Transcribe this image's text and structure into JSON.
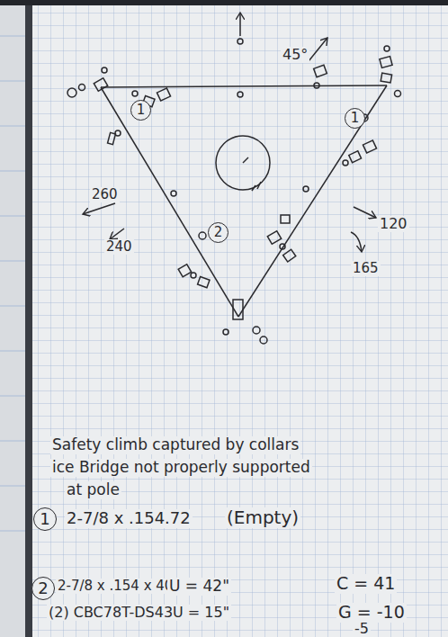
{
  "diagram": {
    "nodes": [
      {
        "text": [
          "1"
        ]
      },
      {
        "text": [
          "1"
        ]
      },
      {
        "text": [
          "2"
        ]
      },
      {
        "text": [
          "1"
        ]
      },
      {
        "text": [
          "2"
        ]
      }
    ],
    "labels": [
      "45°",
      "260",
      "240",
      "120",
      "165",
      "Safety climb captured by collars",
      "ice Bridge not properly supported",
      "at pole",
      "2-7/8 x .154.72",
      "(Empty)",
      "2-7/8 x .154 x 40",
      "U = 42\"",
      "(2) CBC78T-DS43U = 15\"",
      "C = 41",
      "G = -10",
      "-5"
    ]
  }
}
